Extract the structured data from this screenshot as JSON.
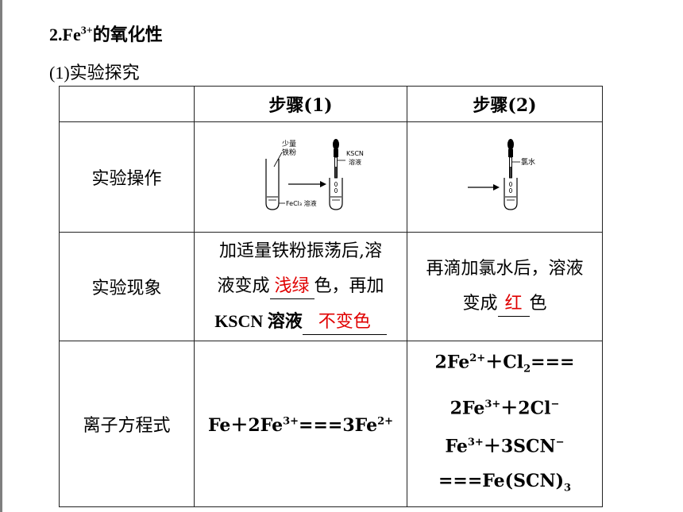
{
  "heading": {
    "prefix": "2.Fe",
    "sup": "3+",
    "suffix": "的氧化性"
  },
  "subheading": "(1)实验探究",
  "table": {
    "col_step1": "步骤(1)",
    "col_step2": "步骤(2)",
    "row_operation": "实验操作",
    "row_observation": "实验现象",
    "row_equation": "离子方程式"
  },
  "diagram1": {
    "label_iron_line1": "少量",
    "label_iron_line2": "铁粉",
    "label_kscn_line1": "KSCN",
    "label_kscn_line2": "溶液",
    "label_fecl3": "FeCl₃ 溶液"
  },
  "diagram2": {
    "label_chlorine": "氯水"
  },
  "observation1": {
    "line1": "加适量铁粉振荡后,溶",
    "line2_a": "液变成",
    "answer1": "浅绿",
    "line2_b": "色，再加",
    "line3_a": "KSCN 溶液",
    "answer2": "不变色"
  },
  "observation2": {
    "line1": "再滴加氯水后，溶液",
    "line2_a": "变成",
    "answer": "红",
    "line2_b": "色"
  },
  "equation1": {
    "a": "Fe＋2Fe",
    "a_sup": "3+",
    "b": "===3Fe",
    "b_sup": "2+"
  },
  "equation2": {
    "l1_a": "2Fe",
    "l1_sup": "2+",
    "l1_b": "＋Cl",
    "l1_sub": "2",
    "l1_c": "===",
    "l2_a": "2Fe",
    "l2_sup": "3+",
    "l2_b": "＋2Cl",
    "l2_sup2": "−",
    "l3_a": "Fe",
    "l3_sup": "3+",
    "l3_b": "＋3SCN",
    "l3_sup2": "−",
    "l4_a": "===Fe(SCN)",
    "l4_sub": "3"
  },
  "colors": {
    "answer": "#e00000",
    "border": "#222222",
    "text": "#000000"
  }
}
